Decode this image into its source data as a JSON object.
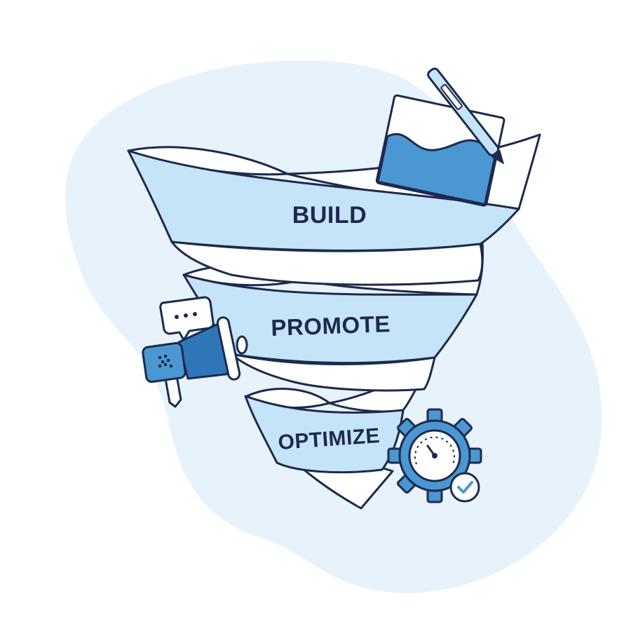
{
  "colors": {
    "background": "#ffffff",
    "blob": "#e8f2fb",
    "band_fill": "#c6e4f7",
    "band_inner": "#ffffff",
    "outline": "#1d2a4d",
    "accent": "#4a97d2",
    "accent_dark": "#2f76b8"
  },
  "stages": [
    {
      "label": "BUILD",
      "icon": "chart-card-with-pen-icon"
    },
    {
      "label": "PROMOTE",
      "icon": "megaphone-with-chat-bubble-icon"
    },
    {
      "label": "OPTIMIZE",
      "icon": "gear-with-gauge-and-check-icon"
    }
  ]
}
